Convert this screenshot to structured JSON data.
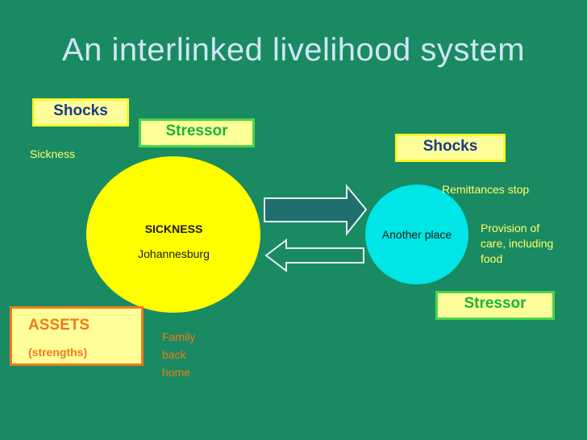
{
  "title": "An interlinked livelihood system",
  "left_shocks": {
    "label": "Shocks",
    "note": "Sickness"
  },
  "left_stressor": {
    "label": "Stressor"
  },
  "left_circle": {
    "heading": "SICKNESS",
    "place": "Johannesburg"
  },
  "assets": {
    "label": "ASSETS",
    "sub": "(strengths)",
    "note_lines": [
      "Family",
      "back",
      "home"
    ]
  },
  "right_circle": {
    "label": "Another place"
  },
  "right_shocks": {
    "label": "Shocks",
    "note": "Remittances stop"
  },
  "right_stressor": {
    "label": "Stressor",
    "note_lines": [
      "Provision of",
      "care, including",
      "food"
    ]
  },
  "colors": {
    "background": "#1a8a62",
    "left_circle": "#ffff00",
    "right_circle": "#00e5e5",
    "arrow_big": "#1f6f6f",
    "arrow_small": "#1a8a62",
    "box_fill": "#ffff99"
  }
}
